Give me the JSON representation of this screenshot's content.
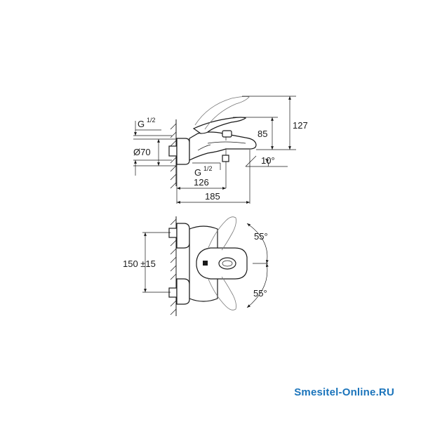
{
  "side_view": {
    "thread_top": "G",
    "thread_top_frac": "1/2",
    "diameter": "Ø70",
    "thread_bottom": "G",
    "thread_bottom_frac": "1/2",
    "height_total": "127",
    "height_spout": "85",
    "angle": "10°",
    "depth_126": "126",
    "depth_185": "185"
  },
  "top_view": {
    "spacing": "150 ±15",
    "angle_top": "55°",
    "angle_bottom": "55°"
  },
  "watermark": "Smesitel-Online.RU"
}
